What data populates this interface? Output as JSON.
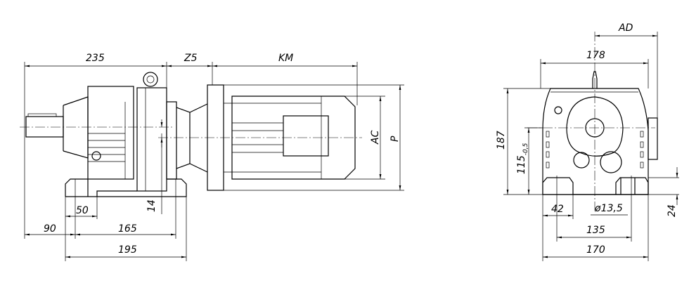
{
  "side_view": {
    "dim_length_gearbox": "235",
    "dim_adapter": "Z5",
    "dim_motor_length": "KM",
    "dim_motor_ac": "AC",
    "dim_motor_p": "P",
    "dim_offset": "14",
    "dim_foot": "50",
    "dim_shaft_to_foot": "90",
    "dim_hole_spacing": "165",
    "dim_base_length": "195"
  },
  "front_view": {
    "dim_ad": "AD",
    "dim_width": "178",
    "dim_height": "187",
    "dim_axis_height": "115",
    "dim_axis_tolerance": "-0,5",
    "dim_foot_width": "42",
    "dim_hole_diameter": "ø13,5",
    "dim_hole_spacing": "135",
    "dim_base_width": "170",
    "dim_foot_height": "24"
  }
}
